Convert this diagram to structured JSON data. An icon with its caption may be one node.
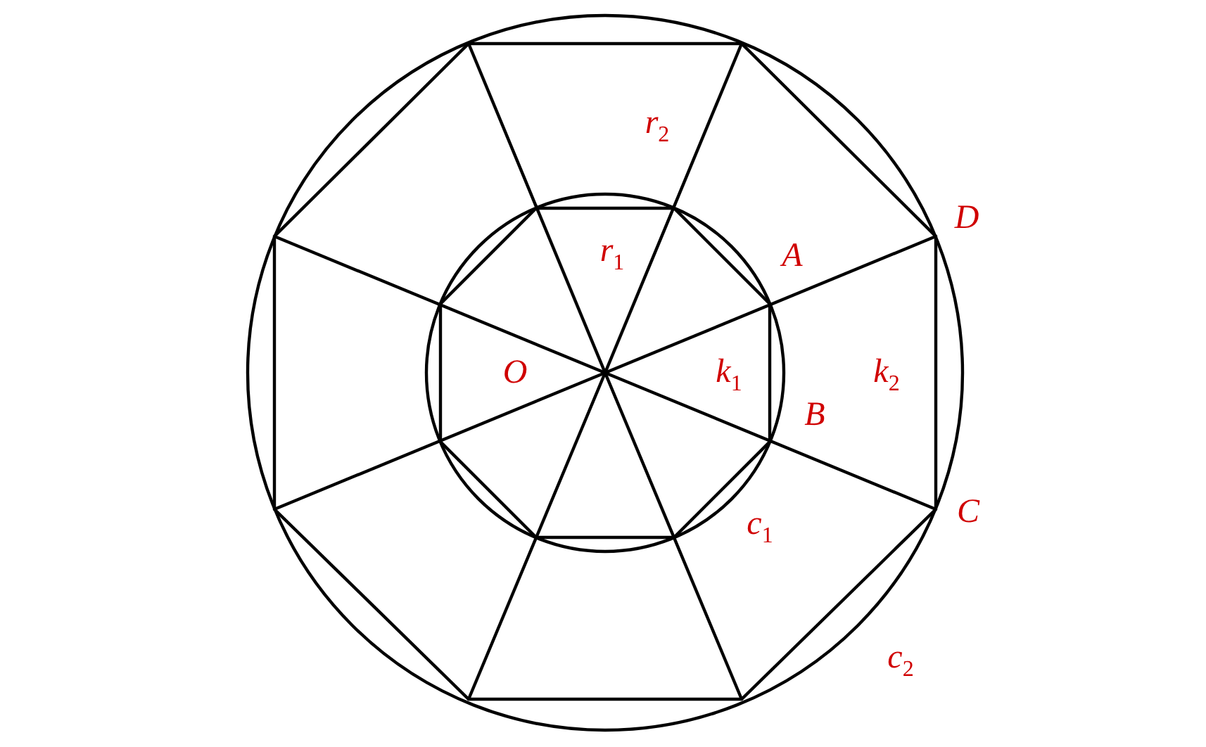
{
  "diagram": {
    "labels": [
      "*r*$_{2}$",
      "*r*$_{1}$",
      "*A*",
      "*D*",
      "*O*",
      "*k*$_{1}$",
      "*k*$_{2}$",
      "*B*",
      "*C*",
      "*c*$_{1}$",
      "*c*$_{2}$"
    ]
  }
}
